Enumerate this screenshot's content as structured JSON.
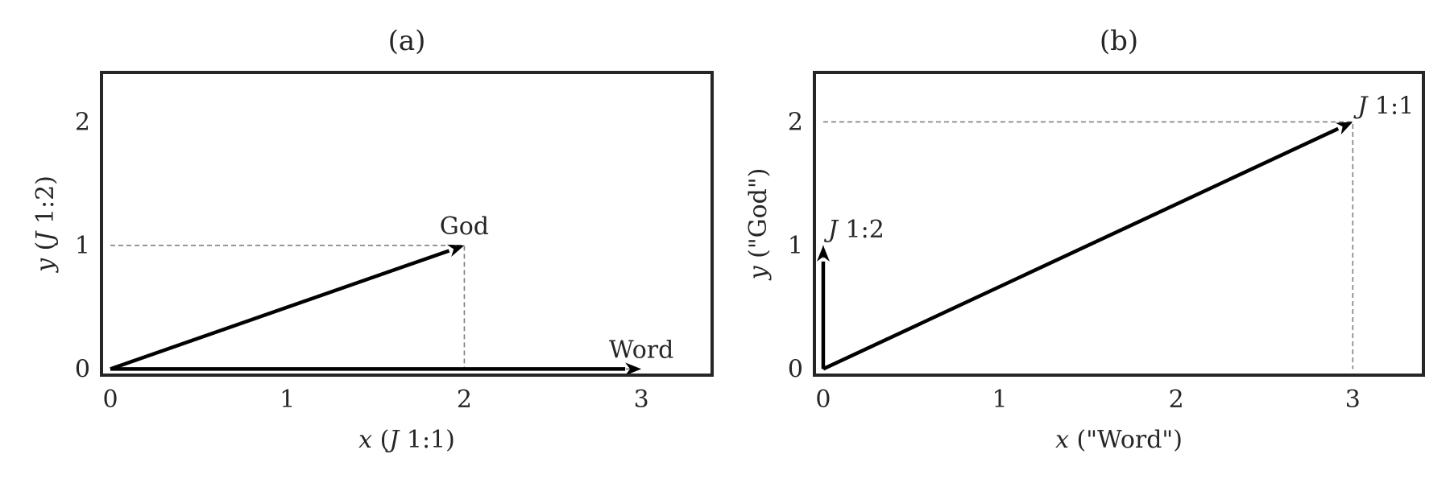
{
  "chart_data": [
    {
      "type": "vector",
      "title": "(a)",
      "xlabel": "x (J 1:1)",
      "ylabel": "y (J 1:2)",
      "xlim": [
        -0.05,
        3.4
      ],
      "ylim": [
        -0.05,
        2.4
      ],
      "xticks": [
        "0",
        "1",
        "2",
        "3"
      ],
      "yticks": [
        "0",
        "1",
        "2"
      ],
      "grid": false,
      "vectors": [
        {
          "label": "God",
          "x": 2,
          "y": 1
        },
        {
          "label": "Word",
          "x": 3,
          "y": 0
        }
      ]
    },
    {
      "type": "vector",
      "title": "(b)",
      "xlabel": "x (\"Word\")",
      "ylabel": "y (\"God\")",
      "xlim": [
        -0.05,
        3.4
      ],
      "ylim": [
        -0.05,
        2.4
      ],
      "xticks": [
        "0",
        "1",
        "2",
        "3"
      ],
      "yticks": [
        "0",
        "1",
        "2"
      ],
      "grid": false,
      "vectors": [
        {
          "label": "J 1:1",
          "x": 3,
          "y": 2
        },
        {
          "label": "J 1:2",
          "x": 0,
          "y": 1
        }
      ]
    }
  ]
}
